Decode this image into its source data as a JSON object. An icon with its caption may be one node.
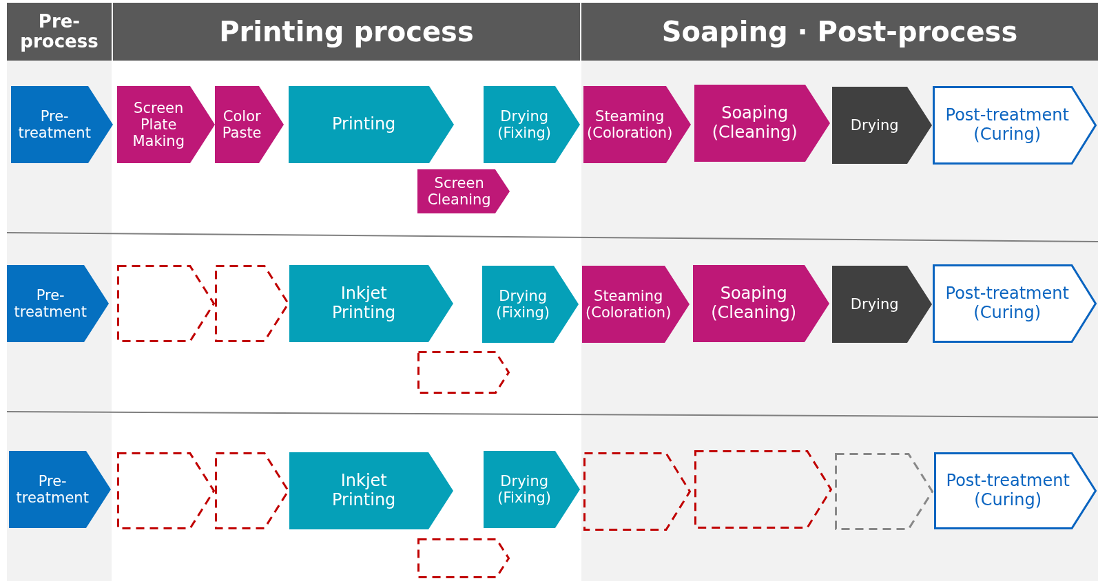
{
  "diagram": {
    "nodes": [
      {
        "text": [
          "Pre-process"
        ]
      },
      {
        "text": [
          "Printing process"
        ]
      },
      {
        "text": [
          "Soaping · Post-process"
        ]
      },
      {
        "text": [
          "Pre-treatment"
        ]
      },
      {
        "text": [
          "Screen Plate Making"
        ]
      },
      {
        "text": [
          "Color Paste"
        ]
      },
      {
        "text": [
          "Printing"
        ]
      },
      {
        "text": [
          "Drying (Fixing)"
        ]
      },
      {
        "text": [
          "Screen Cleaning"
        ]
      },
      {
        "text": [
          "Steaming (Coloration)"
        ]
      },
      {
        "text": [
          "Soaping (Cleaning)"
        ]
      },
      {
        "text": [
          "Drying"
        ]
      },
      {
        "text": [
          "Post-treatment (Curing)"
        ]
      },
      {
        "text": [
          "Pre-treatment"
        ]
      },
      {
        "text": [],
        "shape": "chevron"
      },
      {
        "text": [],
        "shape": "chevron"
      },
      {
        "text": [
          "Inkjet Printing"
        ]
      },
      {
        "text": [
          "Drying (Fixing)"
        ]
      },
      {
        "text": [],
        "shape": "chevron"
      },
      {
        "text": [
          "Steaming (Coloration)"
        ]
      },
      {
        "text": [
          "Soaping (Cleaning)"
        ]
      },
      {
        "text": [
          "Drying"
        ]
      },
      {
        "text": [
          "Post-treatment (Curing)"
        ]
      },
      {
        "text": [
          "Pre-treatment"
        ]
      },
      {
        "text": [],
        "shape": "chevron"
      },
      {
        "text": [],
        "shape": "chevron"
      },
      {
        "text": [
          "Inkjet Printing"
        ]
      },
      {
        "text": [
          "Drying (Fixing)"
        ]
      },
      {
        "text": [],
        "shape": "chevron"
      },
      {
        "text": [],
        "shape": "chevron"
      },
      {
        "text": [],
        "shape": "chevron"
      },
      {
        "text": [],
        "shape": "chevron"
      },
      {
        "text": [
          "Post-treatment (Curing)"
        ]
      }
    ]
  }
}
